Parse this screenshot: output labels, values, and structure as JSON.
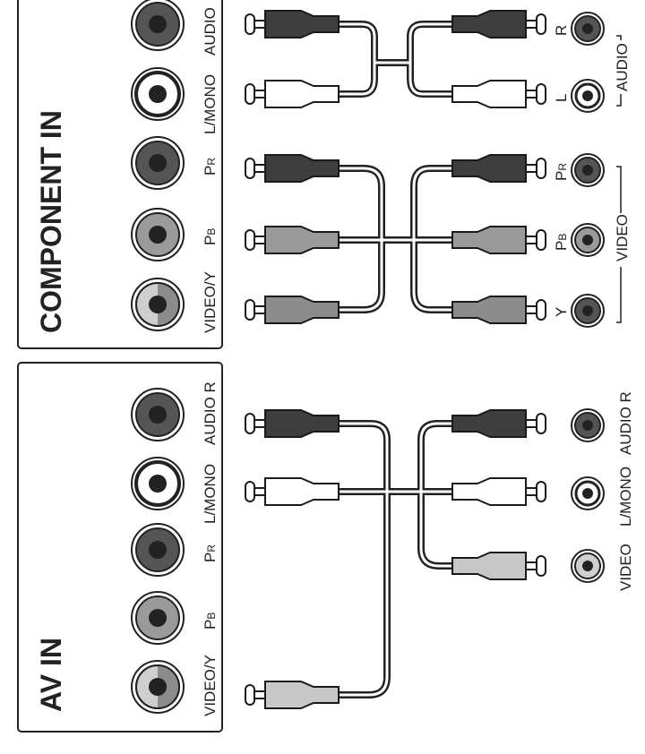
{
  "panels": {
    "component_in": {
      "title": "COMPONENT IN",
      "ports": [
        {
          "label": "AUDIO",
          "color": "#555555"
        },
        {
          "label": "L/MONO",
          "color": "#ffffff"
        },
        {
          "label": "P",
          "sub": "R",
          "color": "#555555"
        },
        {
          "label": "P",
          "sub": "B",
          "color": "#9a9a9a"
        },
        {
          "label": "VIDEO/Y",
          "color": "#cfcfcf"
        }
      ]
    },
    "av_in": {
      "title": "AV IN",
      "ports": [
        {
          "label": "AUDIO R",
          "color": "#555555"
        },
        {
          "label": "L/MONO",
          "color": "#ffffff"
        },
        {
          "label": "P",
          "sub": "R",
          "color": "#555555"
        },
        {
          "label": "P",
          "sub": "B",
          "color": "#9a9a9a"
        },
        {
          "label": "VIDEO/Y",
          "color": "#cfcfcf"
        }
      ]
    }
  },
  "device": {
    "component": {
      "audio_group_label": "AUDIO",
      "video_group_label": "VIDEO",
      "jacks": [
        {
          "label": "R",
          "color": "#555555"
        },
        {
          "label": "L",
          "color": "#ffffff"
        },
        {
          "label": "P",
          "sub": "R",
          "color": "#555555"
        },
        {
          "label": "P",
          "sub": "B",
          "color": "#9a9a9a"
        },
        {
          "label": "Y",
          "color": "#555555"
        }
      ]
    },
    "av": {
      "jacks": [
        {
          "label": "AUDIO R",
          "color": "#555555"
        },
        {
          "label": "L/MONO",
          "color": "#ffffff"
        },
        {
          "label": "VIDEO",
          "color": "#cfcfcf"
        }
      ]
    }
  },
  "colors": {
    "red_plug": "#3e3e3e",
    "white_plug": "#ffffff",
    "green_plug": "#9a9a9a",
    "blue_plug": "#8c8c8c",
    "yellow_plug": "#c8c8c8",
    "outline": "#1a1a1a"
  }
}
